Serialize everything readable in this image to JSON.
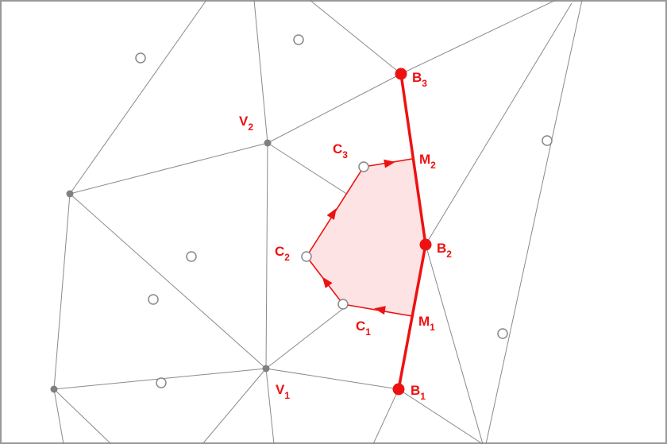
{
  "colors": {
    "mesh": "#8a8a8a",
    "accent": "#ee1111",
    "cell_fill": "#fde3e3",
    "vertex": "#808080",
    "centroid_stroke": "#888888"
  },
  "labels": {
    "V1": {
      "base": "V",
      "sub": "1"
    },
    "V2": {
      "base": "V",
      "sub": "2"
    },
    "C1": {
      "base": "C",
      "sub": "1"
    },
    "C2": {
      "base": "C",
      "sub": "2"
    },
    "C3": {
      "base": "C",
      "sub": "3"
    },
    "B1": {
      "base": "B",
      "sub": "1"
    },
    "B2": {
      "base": "B",
      "sub": "2"
    },
    "B3": {
      "base": "B",
      "sub": "3"
    },
    "M1": {
      "base": "M",
      "sub": "1"
    },
    "M2": {
      "base": "M",
      "sub": "2"
    }
  }
}
